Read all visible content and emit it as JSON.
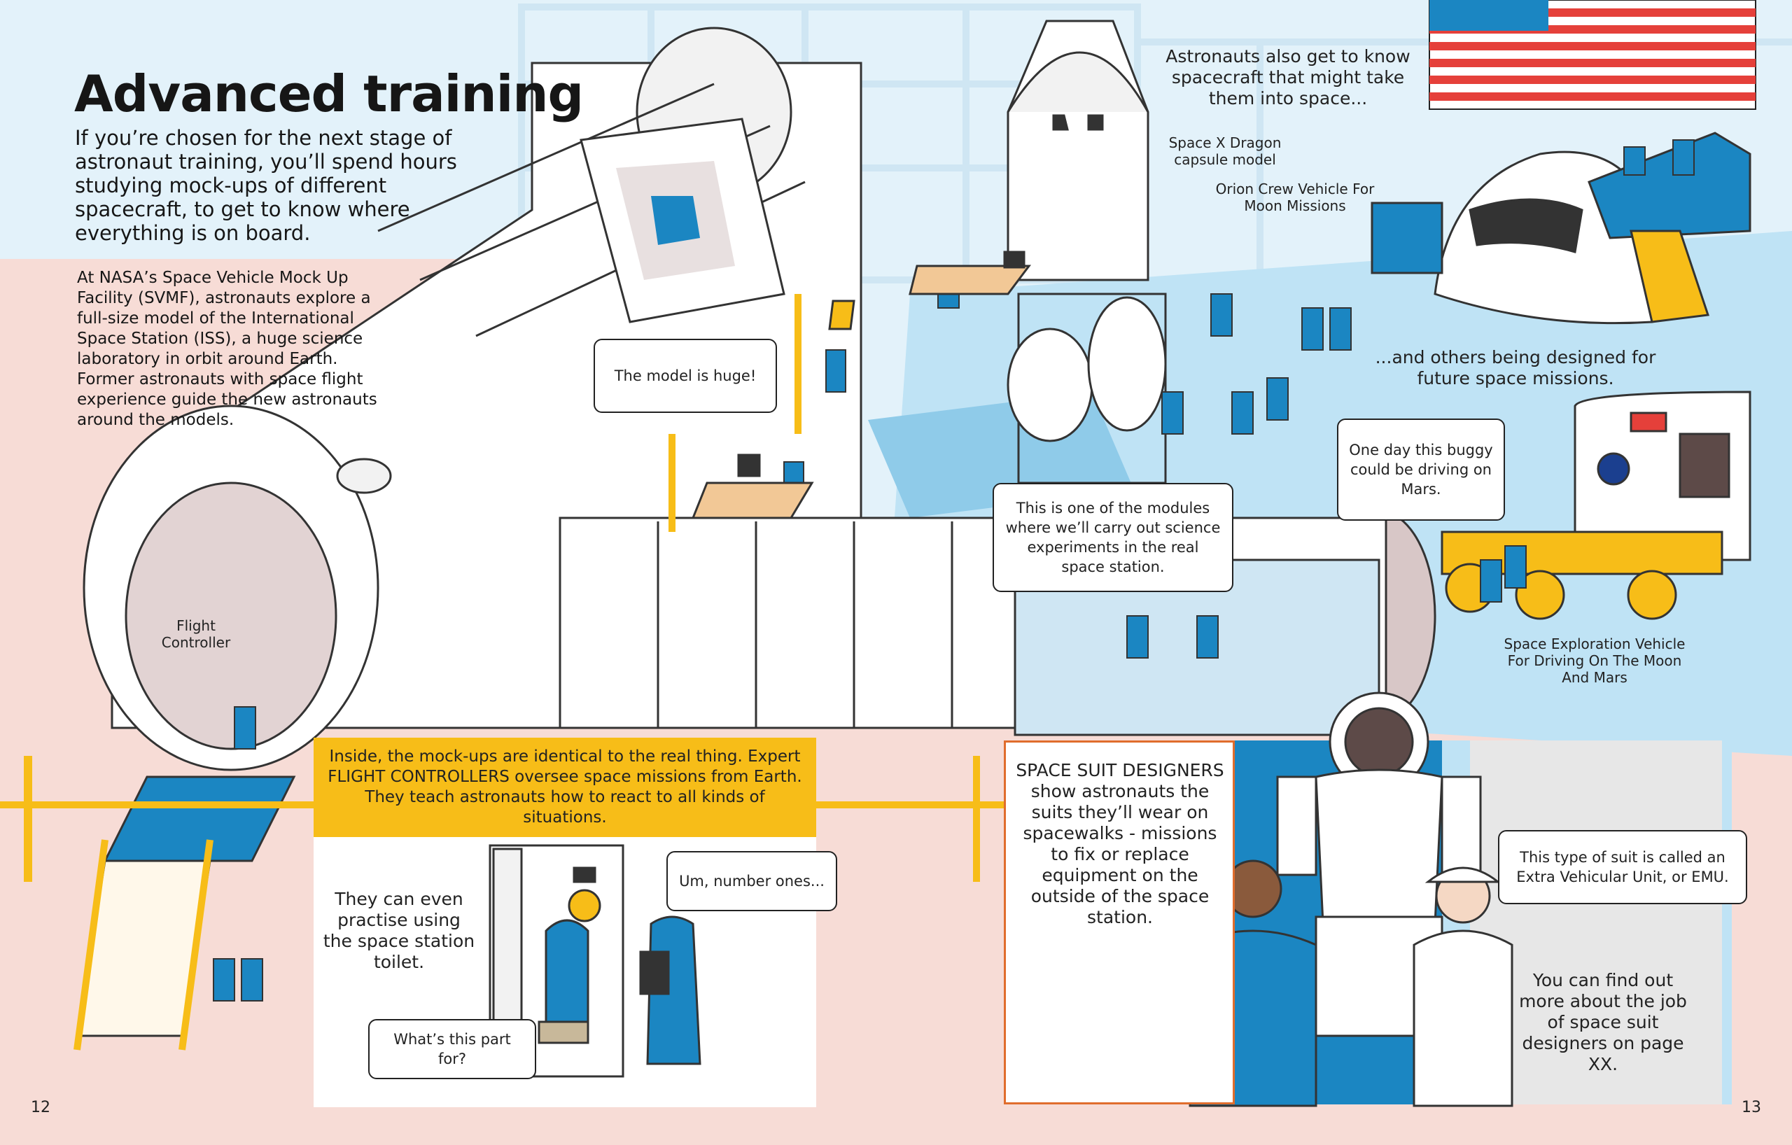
{
  "page": {
    "title": "Advanced training",
    "intro": "If you’re chosen for the next stage of astronaut training, you’ll spend hours studying mock-ups of different spacecraft, to get to know where everything is on board.",
    "body": "At NASA’s Space Vehicle Mock Up Facility (SVMF), astronauts explore a full-size model of the International Space Station (ISS), a huge science laboratory in orbit around Earth. Former astronauts with space flight experience guide the new astronauts around the models.",
    "page_left": "12",
    "page_right": "13"
  },
  "captions": {
    "spacecraft_intro": "Astronauts also get to know spacecraft that might take them into space...",
    "dragon": "Space X Dragon capsule model",
    "orion": "Orion Crew Vehicle For Moon Missions",
    "future": "...and others being designed for future space missions.",
    "flight_controller": "Flight Controller",
    "exploration_vehicle": "Space Exploration Vehicle For Driving On The Moon And Mars"
  },
  "bubbles": {
    "model_huge": "The model is huge!",
    "modules": "This is one of the modules where we’ll carry out science experiments in the real space station.",
    "buggy": "One day this buggy could be driving on Mars.",
    "number_ones": "Um, number ones...",
    "this_part": "What’s this part for?",
    "emu": "This type of suit is called an Extra Vehicular Unit, or EMU."
  },
  "boxes": {
    "mockups": "Inside, the mock-ups are identical to the real thing. Expert FLIGHT CONTROLLERS oversee space missions from Earth. They teach astronauts how to react to all kinds of situations.",
    "toilet": "They can even practise using the space station toilet.",
    "suit_designers": "SPACE SUIT DESIGNERS show astronauts the suits they’ll wear on spacewalks - missions to fix or replace equipment on the outside of the space station.",
    "find_out": "You can find out more about the job of space suit designers on page XX."
  },
  "colors": {
    "sky": "#e3f2fa",
    "floor": "#f7dcd6",
    "blue": "#1b86c2",
    "yellow": "#f7bd18",
    "orange": "#e06d2d"
  },
  "icons": [
    "us-flag-icon",
    "nasa-logo-icon"
  ]
}
